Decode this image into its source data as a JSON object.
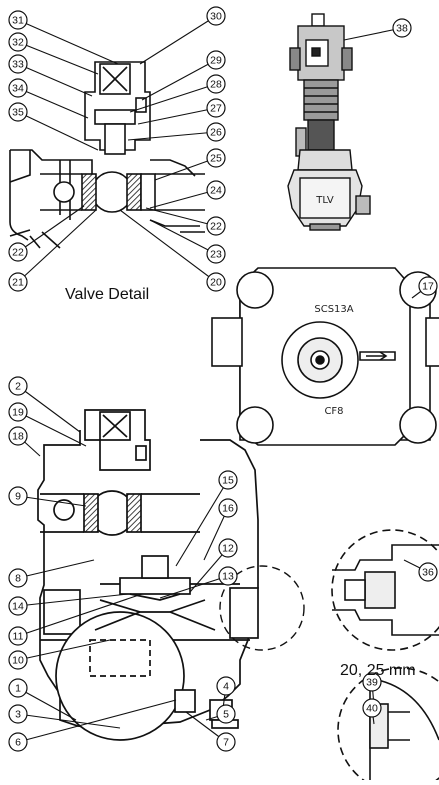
{
  "captions": {
    "valve_detail": "Valve Detail",
    "size_note": "20, 25 mm"
  },
  "stamps": {
    "body_top": "SCS13A",
    "body_bottom": "CF8",
    "brand": "TLV"
  },
  "callouts": {
    "n2": "2",
    "n19": "19",
    "n18": "18",
    "n9": "9",
    "n8": "8",
    "n14": "14",
    "n11": "11",
    "n10": "10",
    "n1": "1",
    "n3": "3",
    "n6": "6",
    "n15": "15",
    "n16": "16",
    "n12": "12",
    "n13": "13",
    "n4": "4",
    "n5": "5",
    "n7": "7",
    "n31": "31",
    "n32": "32",
    "n33": "33",
    "n34": "34",
    "n35": "35",
    "n22a": "22",
    "n21": "21",
    "n30": "30",
    "n29": "29",
    "n28": "28",
    "n27": "27",
    "n26": "26",
    "n25": "25",
    "n24": "24",
    "n22b": "22",
    "n23": "23",
    "n20": "20",
    "n38": "38",
    "n17": "17",
    "n36": "36",
    "n39": "39",
    "n40": "40"
  },
  "colors": {
    "line": "#111111",
    "fill_dark": "#222222",
    "fill_gray": "#9a9a9a",
    "fill_light": "#dcdcdc"
  }
}
